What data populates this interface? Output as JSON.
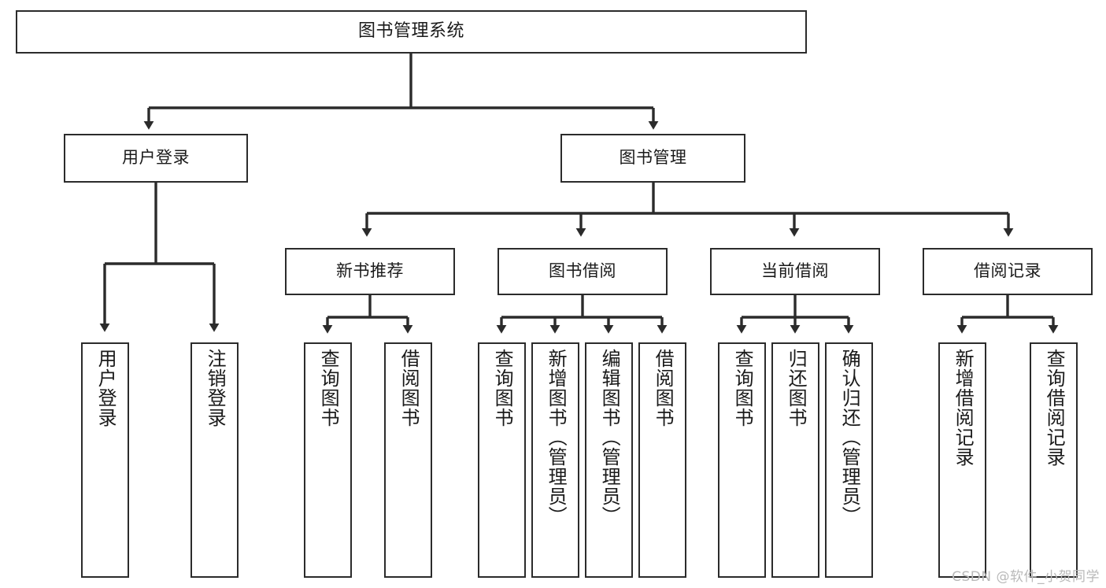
{
  "diagram": {
    "title_text": "图书管理系统",
    "type": "tree-hierarchy",
    "stroke_color": "#2b2b2b",
    "fill_color": "#ffffff",
    "nodes": {
      "root": {
        "label": "图书管理系统"
      },
      "level2": [
        {
          "id": "user-login",
          "label": "用户登录"
        },
        {
          "id": "book-manage",
          "label": "图书管理"
        }
      ],
      "level3": [
        {
          "id": "new-book-recommend",
          "label": "新书推荐"
        },
        {
          "id": "book-borrow",
          "label": "图书借阅"
        },
        {
          "id": "current-borrow",
          "label": "当前借阅"
        },
        {
          "id": "borrow-record",
          "label": "借阅记录"
        }
      ],
      "leaves": [
        {
          "id": "leaf-user-login",
          "label": "用户登录",
          "parent": "user-login"
        },
        {
          "id": "leaf-logout-login",
          "label": "注销登录",
          "parent": "user-login"
        },
        {
          "id": "leaf-query-book-1",
          "label": "查询图书",
          "parent": "new-book-recommend"
        },
        {
          "id": "leaf-borrow-book-1",
          "label": "借阅图书",
          "parent": "new-book-recommend"
        },
        {
          "id": "leaf-query-book-2",
          "label": "查询图书",
          "parent": "book-borrow"
        },
        {
          "id": "leaf-add-book",
          "label": "新增图书（管理员）",
          "parent": "book-borrow"
        },
        {
          "id": "leaf-edit-book",
          "label": "编辑图书（管理员）",
          "parent": "book-borrow"
        },
        {
          "id": "leaf-borrow-book-2",
          "label": "借阅图书",
          "parent": "book-borrow"
        },
        {
          "id": "leaf-query-book-3",
          "label": "查询图书",
          "parent": "current-borrow"
        },
        {
          "id": "leaf-return-book",
          "label": "归还图书",
          "parent": "current-borrow"
        },
        {
          "id": "leaf-confirm-return",
          "label": "确认归还（管理员）",
          "parent": "current-borrow"
        },
        {
          "id": "leaf-add-record",
          "label": "新增借阅记录",
          "parent": "borrow-record"
        },
        {
          "id": "leaf-query-record",
          "label": "查询借阅记录",
          "parent": "borrow-record"
        }
      ]
    }
  },
  "watermark": {
    "text": "CSDN @软件_小贺同学"
  }
}
